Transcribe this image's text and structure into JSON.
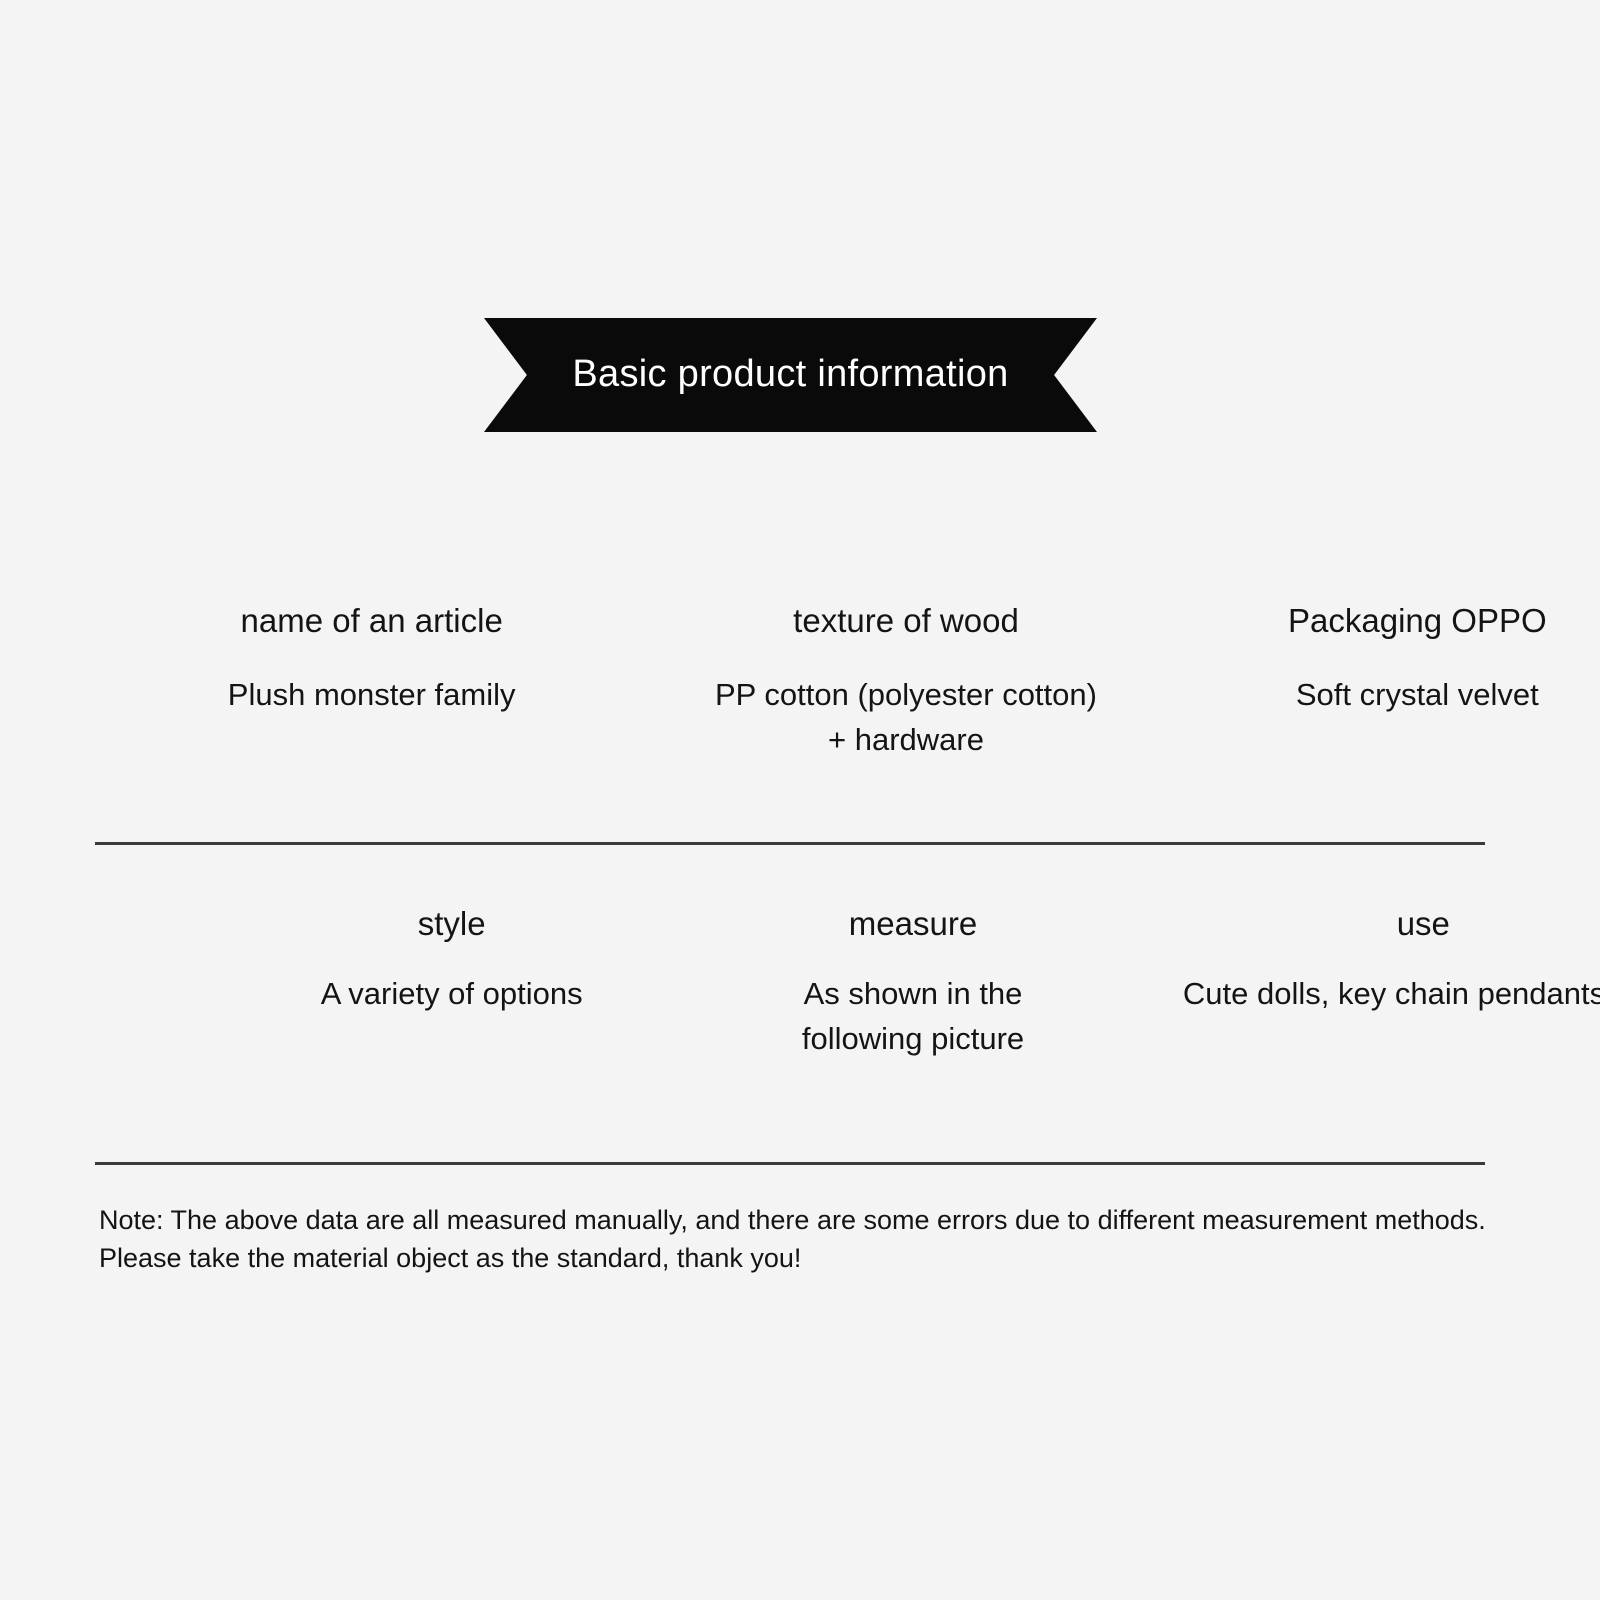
{
  "background_color": "#f4f4f4",
  "banner": {
    "title": "Basic product information",
    "background_color": "#0a0a0a",
    "text_color": "#ffffff"
  },
  "info_rows": [
    {
      "cells": [
        {
          "label": "name of an article",
          "value": "Plush monster family"
        },
        {
          "label": "texture of wood",
          "value": "PP cotton (polyester cotton)\n+ hardware"
        },
        {
          "label": "Packaging OPPO",
          "value": "Soft crystal velvet"
        }
      ]
    },
    {
      "cells": [
        {
          "label": "style",
          "value": "A variety of options"
        },
        {
          "label": "measure",
          "value": "As shown in the\nfollowing picture"
        },
        {
          "label": "use",
          "value": "Cute dolls, key chain pendants, etc"
        }
      ]
    }
  ],
  "dividers": {
    "color": "#3a3a3a",
    "count": 2
  },
  "note": {
    "text": "Note: The above data are all measured manually, and there are some errors due to different measurement methods. Please take the material object as the standard, thank you!"
  }
}
